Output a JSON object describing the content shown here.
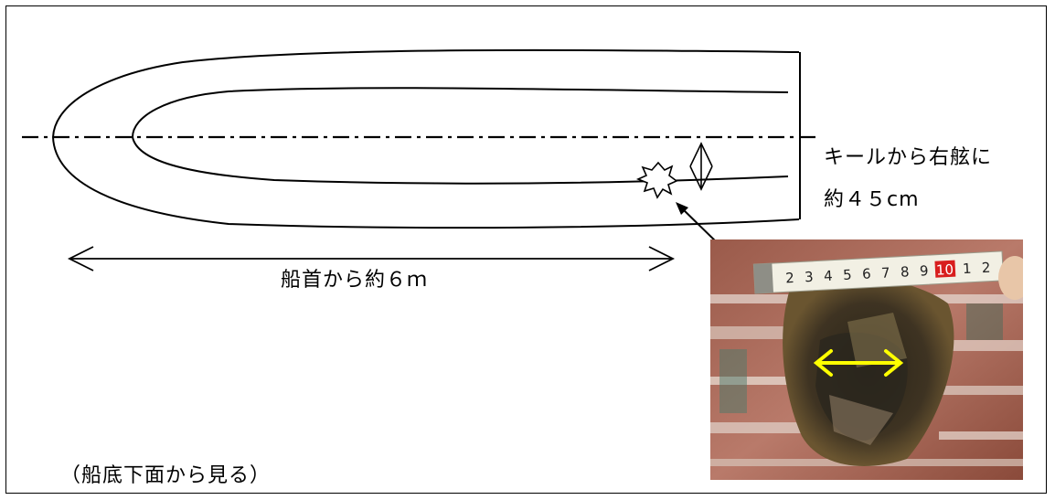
{
  "labels": {
    "keel_offset_line1": "キールから右舷に",
    "keel_offset_line2": "約４５cm",
    "distance_from_bow": "船首から約６ｍ",
    "view_note": "（船底下面から見る）"
  },
  "photo": {
    "tape_measure_numbers": [
      "2",
      "3",
      "4",
      "5",
      "6",
      "7",
      "8",
      "9",
      "10",
      "1",
      "2"
    ],
    "arrow_color": "#ffff00"
  },
  "colors": {
    "line": "#000000",
    "background": "#ffffff"
  }
}
